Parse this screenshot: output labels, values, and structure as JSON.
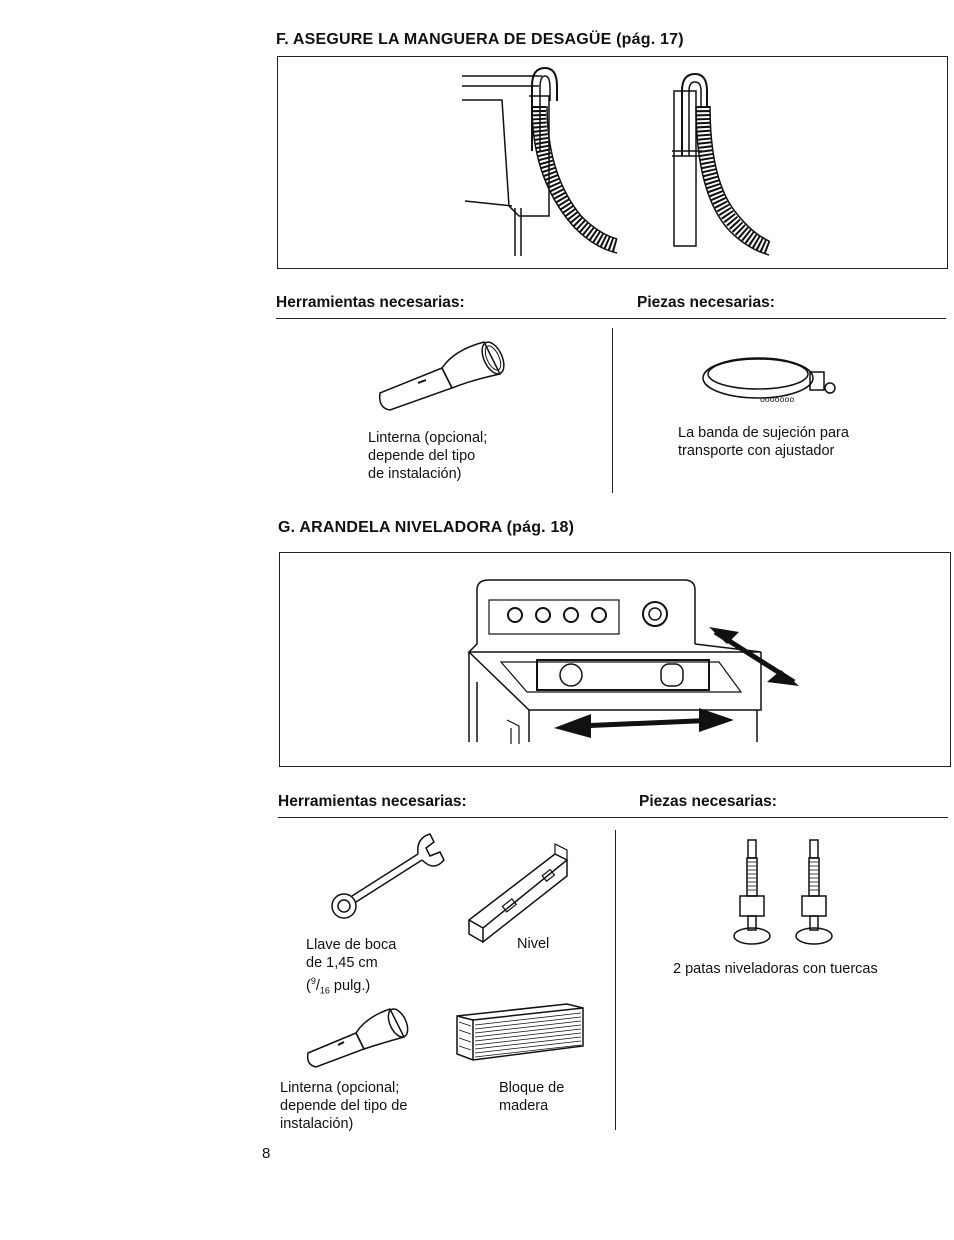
{
  "sectionF": {
    "title": "F. ASEGURE LA MANGUERA DE DESAGÜE (pág. 17)",
    "tools_header": "Herramientas necesarias:",
    "parts_header": "Piezas necesarias:",
    "flashlight_caption": "Linterna (opcional;\ndepende del tipo\nde instalación)",
    "clamp_caption": "La banda de sujeción para\ntransporte con ajustador"
  },
  "sectionG": {
    "title": "G. ARANDELA NIVELADORA (pág. 18)",
    "tools_header": "Herramientas necesarias:",
    "parts_header": "Piezas necesarias:",
    "wrench_caption_lines": [
      "Llave de boca",
      "de 1,45 cm"
    ],
    "wrench_fraction_num": "9",
    "wrench_fraction_den": "16",
    "wrench_fraction_unit": " pulg.)",
    "level_caption": "Nivel",
    "flashlight_caption": "Linterna (opcional;\ndepende del tipo de\ninstalación)",
    "wood_caption": "Bloque de\nmadera",
    "feet_caption": "2 patas niveladoras con tuercas"
  },
  "page_number": "8"
}
